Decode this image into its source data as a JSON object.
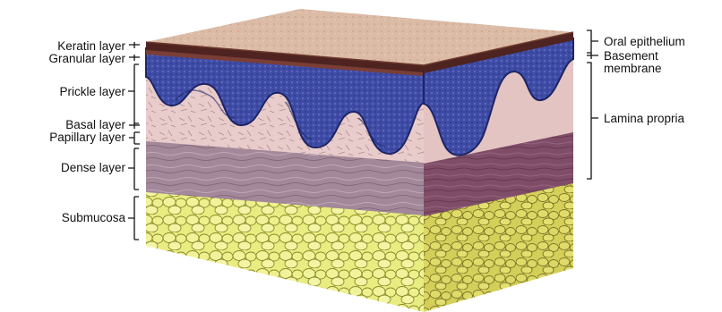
{
  "diagram": {
    "left_labels": [
      {
        "key": "keratin",
        "text": "Keratin layer"
      },
      {
        "key": "granular",
        "text": "Granular layer"
      },
      {
        "key": "prickle",
        "text": "Prickle layer"
      },
      {
        "key": "basal",
        "text": "Basal layer"
      },
      {
        "key": "papillary",
        "text": "Papillary layer"
      },
      {
        "key": "dense",
        "text": "Dense layer"
      },
      {
        "key": "submucosa",
        "text": "Submucosa"
      }
    ],
    "right_labels": [
      {
        "key": "oral-epithelium",
        "text": "Oral epithelium"
      },
      {
        "key": "basement-membrane-1",
        "text": "Basement"
      },
      {
        "key": "basement-membrane-2",
        "text": "membrane"
      },
      {
        "key": "lamina-propria",
        "text": "Lamina propria"
      }
    ],
    "colors": {
      "surface": "#d9b7a1",
      "keratin": "#5a2b26",
      "epithelium": "#3d4aa0",
      "epithelium_dark": "#222a6e",
      "papillary": "#e6c9c6",
      "dense_front": "#a08590",
      "dense_side": "#7d4c66",
      "fat": "#e8eb7d",
      "fat_side": "#cfcc56"
    }
  }
}
